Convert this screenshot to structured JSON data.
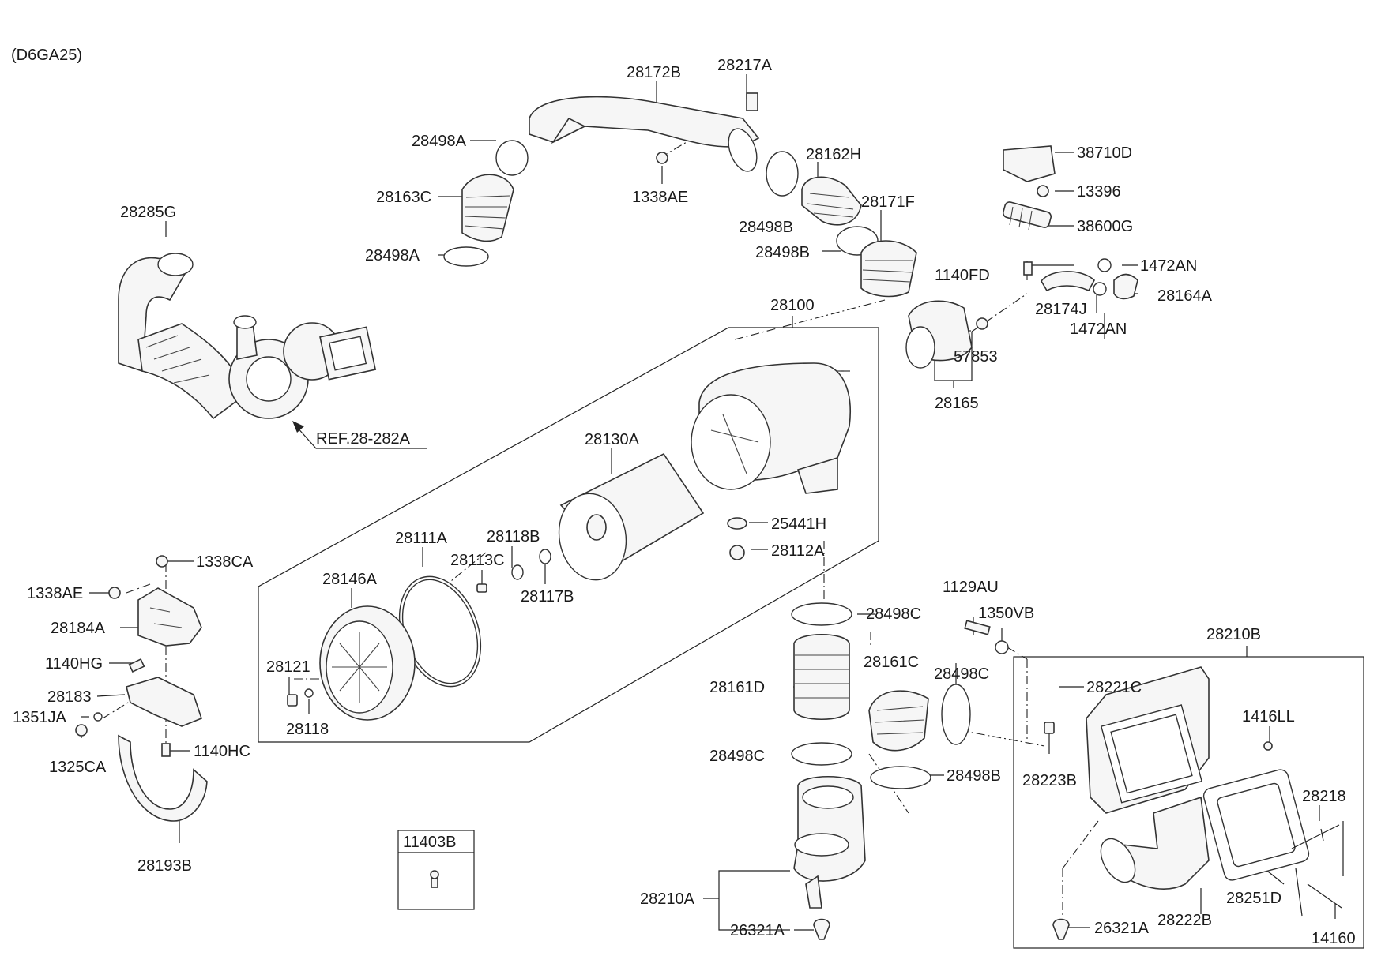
{
  "diagram": {
    "model_code": "(D6GA25)",
    "ref_label": "REF.28-282A",
    "legend_box_code": "11403B",
    "parts": [
      {
        "id": "28285G",
        "label": "28285G"
      },
      {
        "id": "28172B",
        "label": "28172B"
      },
      {
        "id": "28217A",
        "label": "28217A"
      },
      {
        "id": "28498A_top",
        "label": "28498A"
      },
      {
        "id": "28163C",
        "label": "28163C"
      },
      {
        "id": "1338AE_top",
        "label": "1338AE"
      },
      {
        "id": "28498A_bot",
        "label": "28498A"
      },
      {
        "id": "28162H",
        "label": "28162H"
      },
      {
        "id": "28171F",
        "label": "28171F"
      },
      {
        "id": "28498B_a",
        "label": "28498B"
      },
      {
        "id": "28498B_b",
        "label": "28498B"
      },
      {
        "id": "38710D",
        "label": "38710D"
      },
      {
        "id": "13396",
        "label": "13396"
      },
      {
        "id": "38600G",
        "label": "38600G"
      },
      {
        "id": "1140FD",
        "label": "1140FD"
      },
      {
        "id": "1472AN_a",
        "label": "1472AN"
      },
      {
        "id": "28164A",
        "label": "28164A"
      },
      {
        "id": "28174J",
        "label": "28174J"
      },
      {
        "id": "1472AN_b",
        "label": "1472AN"
      },
      {
        "id": "28100",
        "label": "28100"
      },
      {
        "id": "57853",
        "label": "57853"
      },
      {
        "id": "28165",
        "label": "28165"
      },
      {
        "id": "28130A",
        "label": "28130A"
      },
      {
        "id": "25441H",
        "label": "25441H"
      },
      {
        "id": "28111A",
        "label": "28111A"
      },
      {
        "id": "28118B",
        "label": "28118B"
      },
      {
        "id": "28113C",
        "label": "28113C"
      },
      {
        "id": "28112A",
        "label": "28112A"
      },
      {
        "id": "28146A",
        "label": "28146A"
      },
      {
        "id": "28117B",
        "label": "28117B"
      },
      {
        "id": "1338CA",
        "label": "1338CA"
      },
      {
        "id": "1338AE_left",
        "label": "1338AE"
      },
      {
        "id": "28184A",
        "label": "28184A"
      },
      {
        "id": "1140HG",
        "label": "1140HG"
      },
      {
        "id": "28183",
        "label": "28183"
      },
      {
        "id": "1351JA",
        "label": "1351JA"
      },
      {
        "id": "1325CA",
        "label": "1325CA"
      },
      {
        "id": "1140HC",
        "label": "1140HC"
      },
      {
        "id": "28193B",
        "label": "28193B"
      },
      {
        "id": "28121",
        "label": "28121"
      },
      {
        "id": "28118",
        "label": "28118"
      },
      {
        "id": "1129AU",
        "label": "1129AU"
      },
      {
        "id": "1350VB",
        "label": "1350VB"
      },
      {
        "id": "28498C_a",
        "label": "28498C"
      },
      {
        "id": "28210B",
        "label": "28210B"
      },
      {
        "id": "28161D",
        "label": "28161D"
      },
      {
        "id": "28161C",
        "label": "28161C"
      },
      {
        "id": "28498C_b",
        "label": "28498C"
      },
      {
        "id": "28221C",
        "label": "28221C"
      },
      {
        "id": "1416LL",
        "label": "1416LL"
      },
      {
        "id": "28498C_c",
        "label": "28498C"
      },
      {
        "id": "28223B",
        "label": "28223B"
      },
      {
        "id": "28498B_c",
        "label": "28498B"
      },
      {
        "id": "28218",
        "label": "28218"
      },
      {
        "id": "28251D",
        "label": "28251D"
      },
      {
        "id": "28210A",
        "label": "28210A"
      },
      {
        "id": "26321A_a",
        "label": "26321A"
      },
      {
        "id": "26321A_b",
        "label": "26321A"
      },
      {
        "id": "28222B",
        "label": "28222B"
      },
      {
        "id": "14160",
        "label": "14160"
      }
    ]
  }
}
